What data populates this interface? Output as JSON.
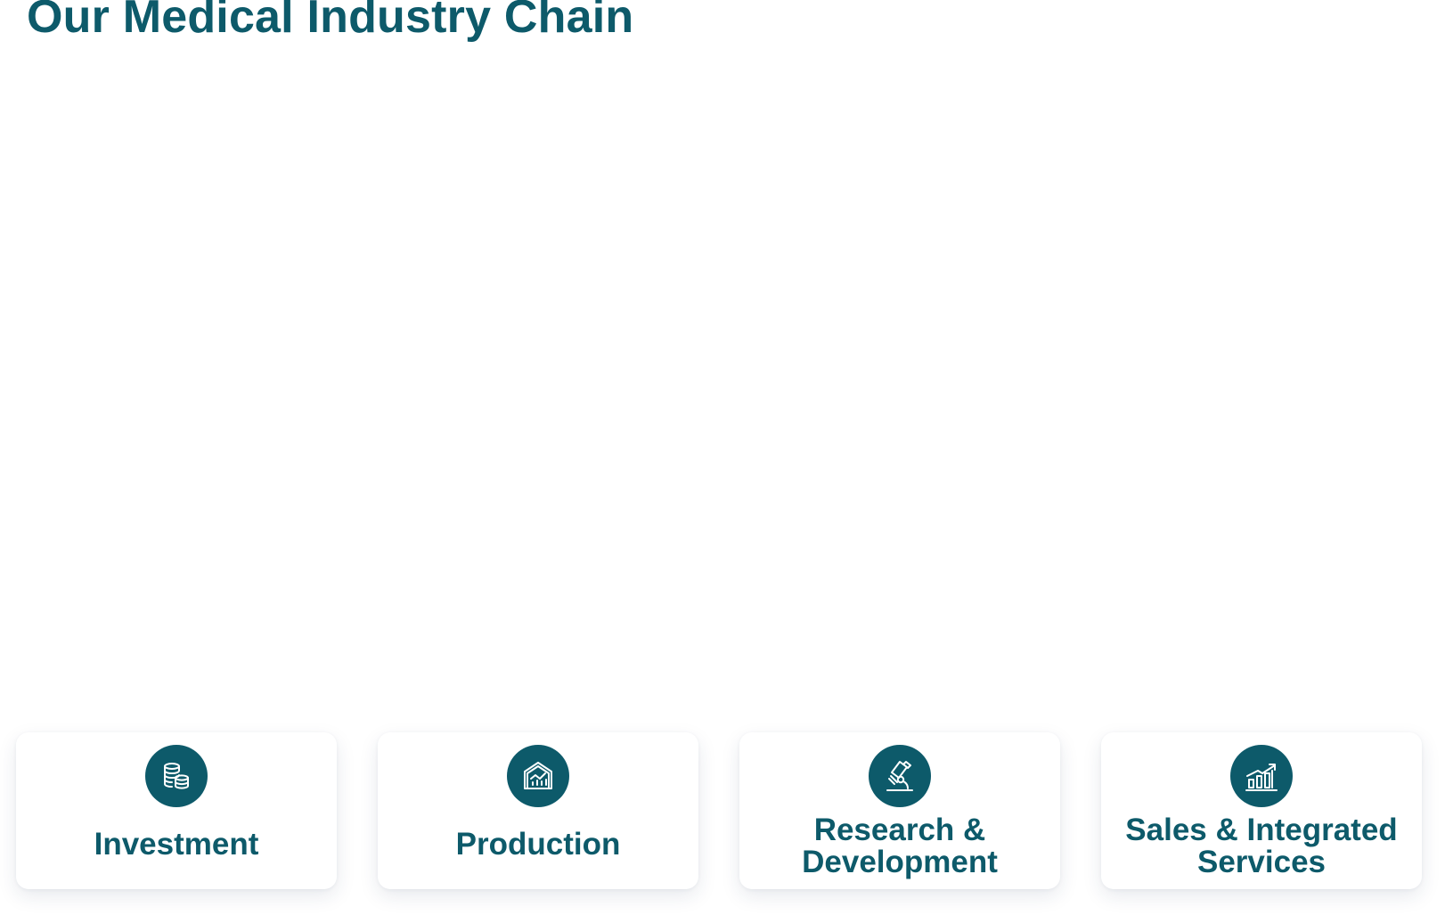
{
  "heading": "Our Medical Industry Chain",
  "cards": [
    {
      "label": "Investment",
      "icon": "coins-icon"
    },
    {
      "label": "Production",
      "icon": "factory-chart-icon"
    },
    {
      "label": "Research & Development",
      "icon": "microscope-icon"
    },
    {
      "label": "Sales & Integrated Services",
      "icon": "growth-chart-icon"
    }
  ],
  "colors": {
    "brand": "#0d5a6a",
    "background": "#ffffff"
  }
}
